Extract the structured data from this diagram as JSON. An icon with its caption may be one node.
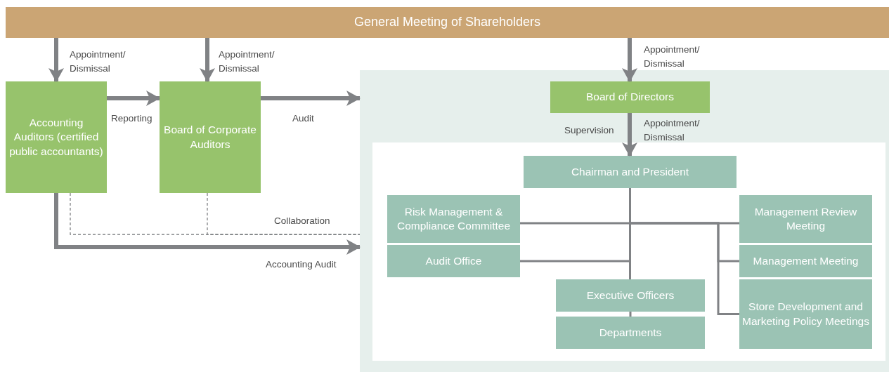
{
  "diagram": {
    "nodes": [
      {
        "text": [
          "General Meeting of Shareholders"
        ]
      },
      {
        "text": [
          "Accounting Auditors (certified public accountants)"
        ]
      },
      {
        "text": [
          "Board of Corporate Auditors"
        ]
      },
      {
        "text": [],
        "shape": "box"
      },
      {
        "text": [
          "Board of Directors"
        ],
        "in": 3
      },
      {
        "text": [],
        "shape": "box",
        "in": 3
      },
      {
        "text": [
          "Chairman and President"
        ],
        "in": 5
      },
      {
        "text": [
          "Risk Management & Compliance Committee"
        ],
        "in": 5
      },
      {
        "text": [
          "Audit Office"
        ],
        "in": 5
      },
      {
        "text": [
          "Executive Officers"
        ],
        "in": 5
      },
      {
        "text": [
          "Departments"
        ],
        "in": 5
      },
      {
        "text": [
          "Management Review Meeting"
        ],
        "in": 5
      },
      {
        "text": [
          "Management Meeting"
        ],
        "in": 5
      },
      {
        "text": [
          "Store Development and Marketing Policy Meetings"
        ],
        "in": 5
      }
    ],
    "edges": [
      {
        "from": 0,
        "to": 1,
        "arrow": "to",
        "style": "thick",
        "label": "Appointment/ Dismissal"
      },
      {
        "from": 0,
        "to": 2,
        "arrow": "to",
        "style": "thick",
        "label": "Appointment/ Dismissal"
      },
      {
        "from": 0,
        "to": 4,
        "arrow": "to",
        "style": "thick",
        "label": "Appointment/ Dismissal"
      },
      {
        "from": 1,
        "to": 2,
        "arrow": "to",
        "style": "thick",
        "label": "Reporting"
      },
      {
        "from": 2,
        "to": 3,
        "arrow": "to",
        "style": "thick",
        "label": "Audit"
      },
      {
        "from": 1,
        "to": 3,
        "arrow": "to",
        "style": "thick",
        "label": "Accounting Audit"
      },
      {
        "from": 1,
        "to": 3,
        "arrow": "none",
        "style": "dashed",
        "label": "Collaboration"
      },
      {
        "from": 2,
        "to": 3,
        "arrow": "none",
        "style": "dashed"
      },
      {
        "from": 4,
        "to": 6,
        "arrow": "to",
        "style": "thick",
        "label": "Supervision"
      },
      {
        "from": 6,
        "to": 7,
        "arrow": "none"
      },
      {
        "from": 6,
        "to": 8,
        "arrow": "none"
      },
      {
        "from": 6,
        "to": 9,
        "arrow": "none"
      },
      {
        "from": 6,
        "to": 11,
        "arrow": "none"
      },
      {
        "from": 6,
        "to": 12,
        "arrow": "none"
      },
      {
        "from": 6,
        "to": 13,
        "arrow": "none"
      },
      {
        "from": 9,
        "to": 10,
        "arrow": "none"
      }
    ],
    "labels": [
      "Appointment/ Dismissal"
    ]
  }
}
